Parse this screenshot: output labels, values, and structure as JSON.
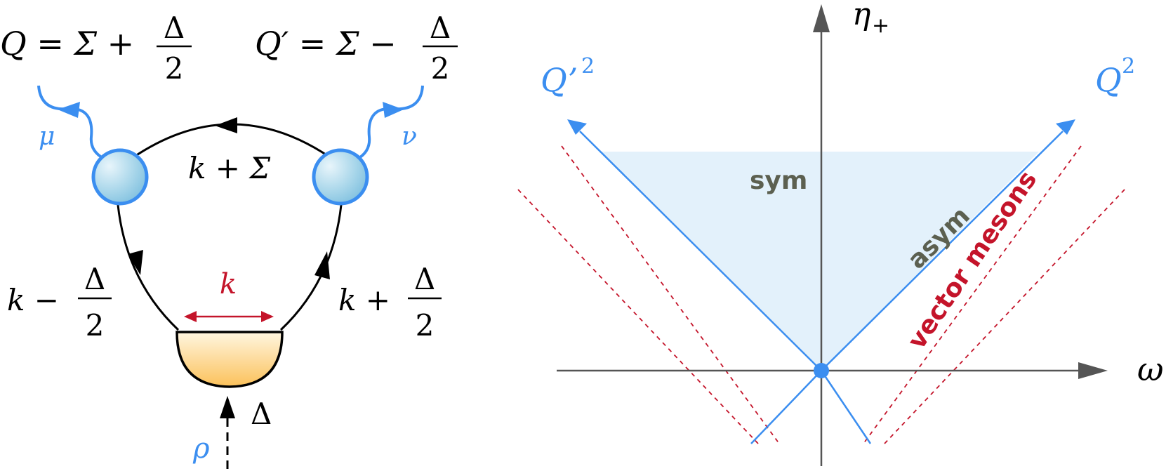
{
  "left_diagram": {
    "q_left": "Q = Σ +",
    "q_right": "Q′ = Σ −",
    "frac_delta": "Δ",
    "frac_two": "2",
    "mu": "μ",
    "nu": "ν",
    "top_momentum": "k + Σ",
    "left_momentum": "k −",
    "right_momentum": "k +",
    "k_label": "k",
    "delta_bottom": "Δ",
    "rho": "ρ"
  },
  "right_diagram": {
    "eta_label": "η",
    "eta_subscript": "+",
    "omega_label": "ω",
    "q2_left": "Q’",
    "q2_right": "Q",
    "q2_exp": "2",
    "sym_label": "sym",
    "asym_label": "asym",
    "vector_mesons_label": "vector mesons"
  },
  "colors": {
    "blue": "#3b8ef0",
    "red": "#c4142a",
    "gray_text": "#5c6050",
    "axis": "#555555",
    "shade": "#e3f1fb",
    "black": "#000000"
  }
}
